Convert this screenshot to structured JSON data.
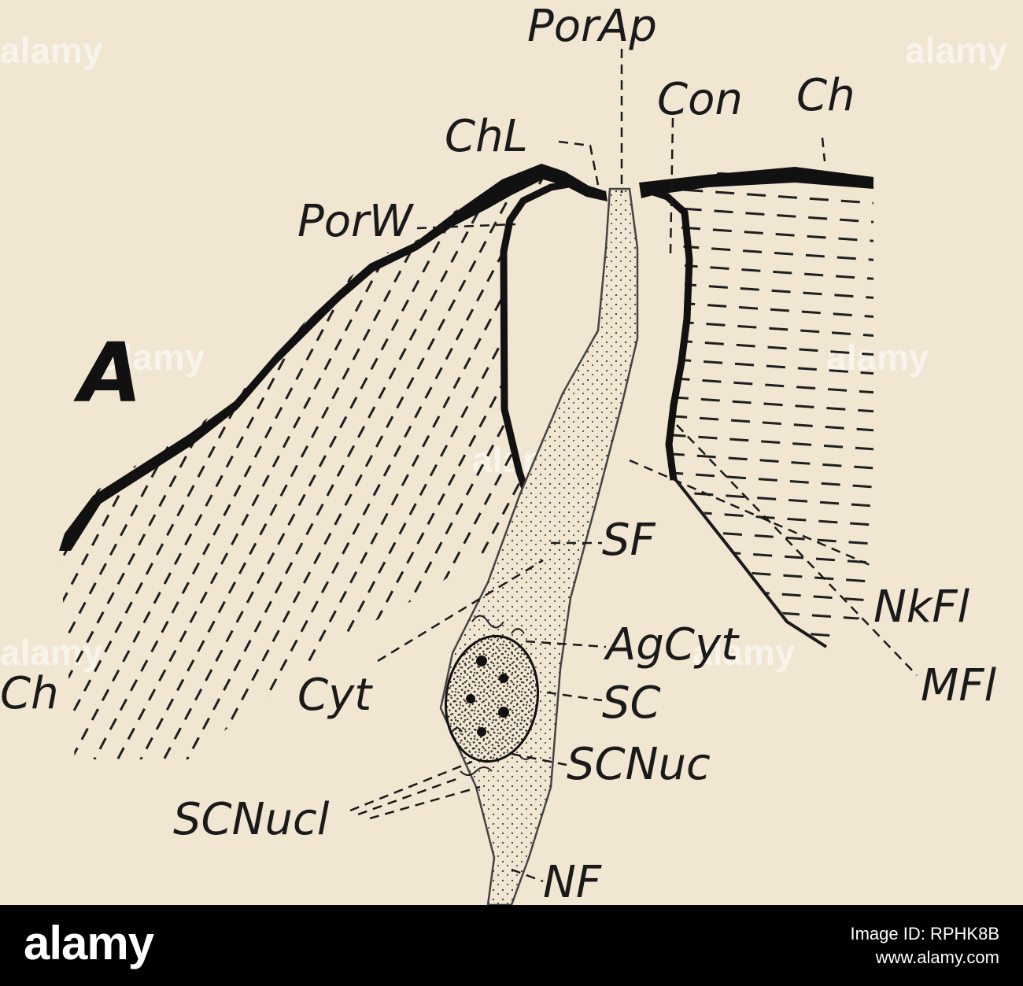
{
  "figure": {
    "panel_letter": "A",
    "labels": {
      "por_ap": "PorAp",
      "con": "Con",
      "ch_top": "Ch",
      "chl": "ChL",
      "por_w": "PorW",
      "sf": "SF",
      "nkfl": "NkFl",
      "agcyt": "AgCyt",
      "mfl": "MFl",
      "ch_left": "Ch",
      "cyt": "Cyt",
      "sc": "SC",
      "scnuc": "SCNuc",
      "scnucl": "SCNucl",
      "nf": "NF"
    }
  },
  "watermark": {
    "text": "alamy"
  },
  "footer": {
    "logo": "alamy",
    "image_id": "Image ID: RPHK8B",
    "url": "www.alamy.com"
  }
}
